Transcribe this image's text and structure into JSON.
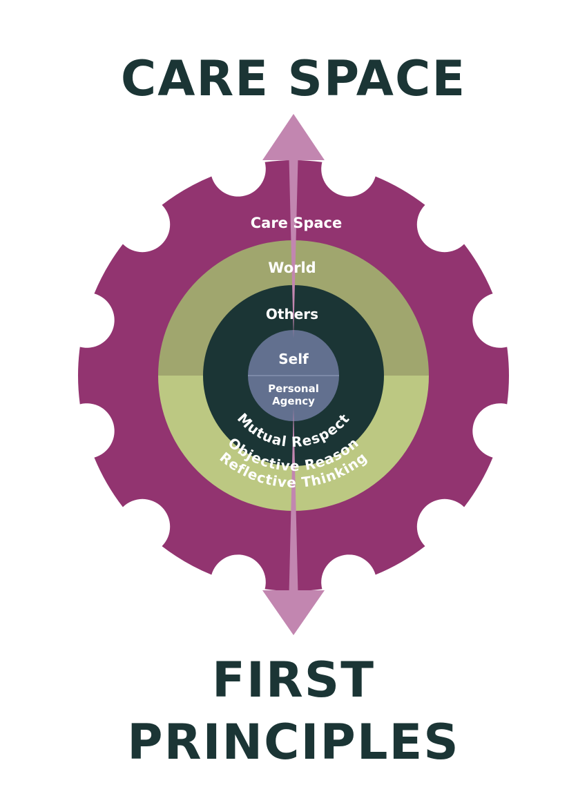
{
  "headings": {
    "top": "CARE SPACE",
    "bottom_line1": "FIRST",
    "bottom_line2": "PRINCIPLES"
  },
  "rings": {
    "outer": {
      "label_top": "Care Space",
      "label_bottom": "Reflective Thinking"
    },
    "second": {
      "label_top": "World",
      "label_bottom": "Objective Reason"
    },
    "third": {
      "label_top": "Others",
      "label_bottom": "Mutual Respect"
    },
    "core": {
      "label_top": "Self",
      "label_bottom_line1": "Personal",
      "label_bottom_line2": "Agency"
    }
  },
  "colors": {
    "heading": "#1b3535",
    "gear": "#923470",
    "world_ring": "#a0a66e",
    "reason_ring": "#bcc882",
    "others_ring": "#1b3535",
    "core": "#62708f",
    "arrow": "#c286b0",
    "label": "#ffffff"
  }
}
